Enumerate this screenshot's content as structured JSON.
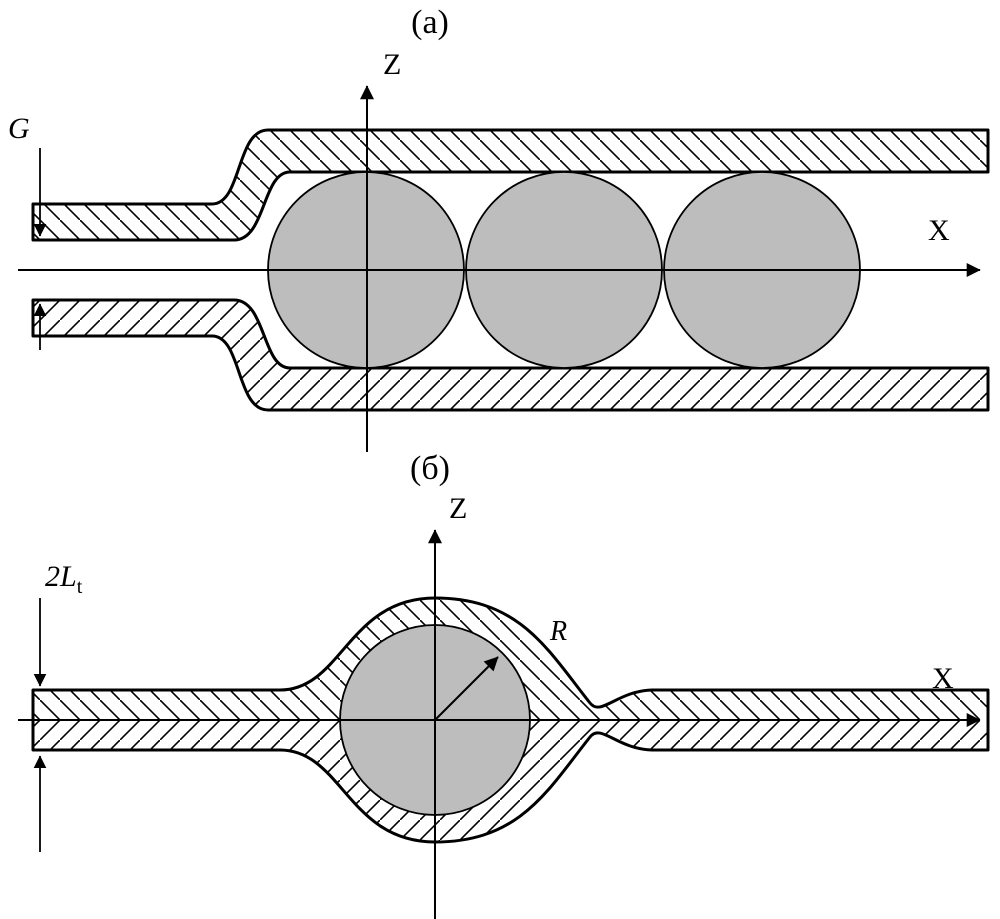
{
  "colors": {
    "droplet_fill": "#bdbdbd",
    "line": "#000000",
    "background": "#ffffff"
  },
  "panel_a": {
    "label": "(a)",
    "z_axis_label": "Z",
    "x_axis_label": "X",
    "gap_label": "G"
  },
  "panel_b": {
    "label": "(б)",
    "z_axis_label": "Z",
    "x_axis_label": "X",
    "thickness_label": "2L",
    "thickness_subscript": "t",
    "radius_label": "R"
  }
}
